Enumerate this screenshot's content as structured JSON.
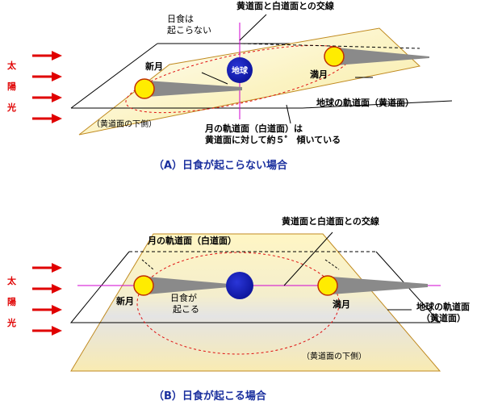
{
  "colors": {
    "yellow_plane": "#fdf6c0",
    "orange_edge": "#c08a20",
    "red_dash": "#e01010",
    "sun_arrow": "#e00000",
    "earth": "#0c16b4",
    "moon_fill": "#ffec00",
    "moon_edge": "#c03000",
    "shadow": "#8a8a8a",
    "magenta": "#d000d0",
    "caption": "#1a2f9e"
  },
  "diagram_a": {
    "caption": "（A）日食が起こらない場合",
    "sun_chars": [
      "太",
      "陽",
      "光"
    ],
    "intersection_label": "黄道面と白道面との交線",
    "no_eclipse_line1": "日食は",
    "no_eclipse_line2": "起こらない",
    "new_moon": "新月",
    "full_moon": "満月",
    "earth": "地球",
    "ecliptic_label": "地球の軌道面（黄道面）",
    "under_ecliptic": "（黄道面の下側）",
    "tilt_line1": "月の軌道面（白道面）は",
    "tilt_line2": "黄道面に対して約５゜ 傾いている"
  },
  "diagram_b": {
    "caption": "（B）日食が起こる場合",
    "sun_chars": [
      "太",
      "陽",
      "光"
    ],
    "moon_orbit_label": "月の軌道面（白道面）",
    "intersection_label": "黄道面と白道面との交線",
    "new_moon": "新月",
    "full_moon": "満月",
    "eclipse_line1": "日食が",
    "eclipse_line2": "起こる",
    "ecliptic_line1": "地球の軌道面",
    "ecliptic_line2": "（黄道面）",
    "under_ecliptic": "（黄道面の下側）"
  }
}
